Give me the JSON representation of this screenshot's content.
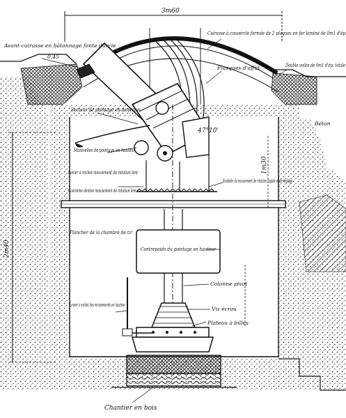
{
  "dimensions": {
    "width": "3m60",
    "height": "2m40",
    "column_height": "1m30"
  },
  "labels": {
    "avant_cuirasse": "Avant-cuirasse en bâtonnage fonte durcie",
    "avant_cuirasse_value": "0,45",
    "cuirasse": "Cuirasse à couvercle formée de 2 plaques en fer laminé de 0m1 d'ép.",
    "flasques": "Flasques d'affût",
    "double_voute": "Double voûte de 0m1 d'ép. totale",
    "beton": "Béton",
    "secteur_pointage": "Secteur de pointage en direction",
    "manivelle": "Manivelles de pointage en hauteur",
    "angle": "47°10'",
    "levier": "Levier à rochet mouvement de rotation lent",
    "couronne": "Couronne dentée mouvement de rotation lent",
    "rondelle": "Rondelle du mouvement de rotation rapide et de réglage",
    "plancher": "Plancher de la chambre de tir",
    "contrepoids": "Contrepoids du pointage en hauteur",
    "colonne": "Colonne pivot",
    "levier_vertical": "Levier à rochet des mouvements en hauteur",
    "vis_ecrou": "Vis écrou",
    "plateau": "Plateau à billes",
    "chantier": "Chantier en bois"
  }
}
